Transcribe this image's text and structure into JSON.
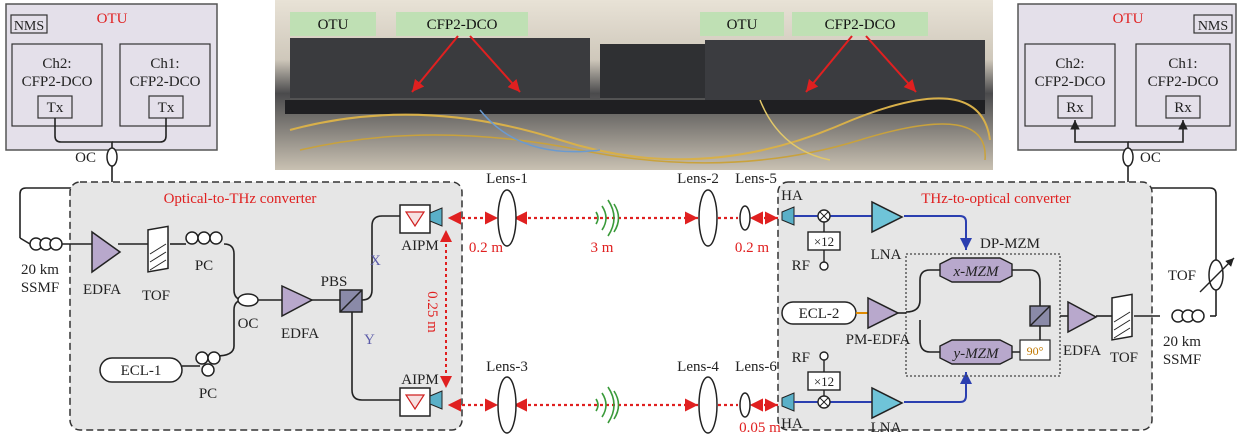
{
  "left_otu": {
    "title": "OTU",
    "nms": "NMS",
    "ch2": [
      "Ch2:",
      "CFP2-DCO"
    ],
    "ch1": [
      "Ch1:",
      "CFP2-DCO"
    ],
    "tx": "Tx"
  },
  "right_otu": {
    "title": "OTU",
    "nms": "NMS",
    "ch2": [
      "Ch2:",
      "CFP2-DCO"
    ],
    "ch1": [
      "Ch1:",
      "CFP2-DCO"
    ],
    "rx": "Rx"
  },
  "photo": {
    "labels": [
      "OTU",
      "CFP2-DCO",
      "OTU",
      "CFP2-DCO"
    ]
  },
  "tx_side": {
    "title": "Optical-to-THz converter",
    "oc_top": "OC",
    "fiber": [
      "20 km",
      "SSMF"
    ],
    "edfa1": "EDFA",
    "tof": "TOF",
    "pc_top": "PC",
    "oc": "OC",
    "edfa2": "EDFA",
    "pbs": "PBS",
    "x": "X",
    "y": "Y",
    "ecl": "ECL-1",
    "pc_bottom": "PC",
    "aipm_top": "AIPM",
    "aipm_bottom": "AIPM",
    "spacing": "0.25 m"
  },
  "link": {
    "lens1": "Lens-1",
    "lens2": "Lens-2",
    "lens3": "Lens-3",
    "lens4": "Lens-4",
    "lens5": "Lens-5",
    "lens6": "Lens-6",
    "d_left": "0.2 m",
    "d_mid": "3 m",
    "d_right_top": "0.2 m",
    "d_right_bottom": "0.05 m"
  },
  "rx_side": {
    "title": "THz-to-optical converter",
    "ha_top": "HA",
    "ha_bottom": "HA",
    "mult": "×12",
    "rf_top": "RF",
    "rf_bottom": "RF",
    "lna_top": "LNA",
    "lna_bottom": "LNA",
    "dpmzm": "DP-MZM",
    "xmzm": "x-MZM",
    "ymzm": "y-MZM",
    "phase": "90°",
    "ecl": "ECL-2",
    "pmedfa": "PM-EDFA",
    "edfa": "EDFA",
    "tof": "TOF",
    "fiber": [
      "20 km",
      "SSMF"
    ],
    "oc": "OC",
    "tof_out": "TOF"
  },
  "colors": {
    "red": "#e02020",
    "otu_bg": "#e4e0ea",
    "converter_bg": "#e6e6e6",
    "blue_line": "#2b3fb0",
    "edfa": "#b8a8cc",
    "photo_tag": "#bfe0b4"
  }
}
